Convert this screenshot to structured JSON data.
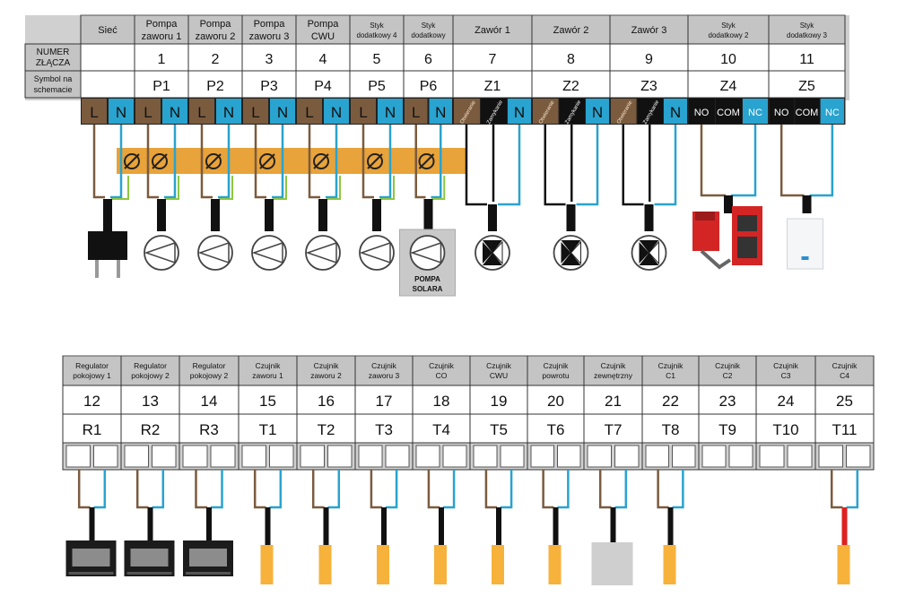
{
  "top_panel": {
    "row_labels": {
      "number": [
        "NUMER",
        "ZŁĄCZA"
      ],
      "symbol": [
        "Symbol na",
        "schemacie"
      ]
    },
    "columns": [
      {
        "header": [
          "Sieć"
        ],
        "number": "",
        "symbol": "",
        "terminals": [
          "L",
          "N"
        ],
        "device": "plug"
      },
      {
        "header": [
          "Pompa",
          "zaworu 1"
        ],
        "number": "1",
        "symbol": "P1",
        "terminals": [
          "L",
          "N"
        ],
        "device": "pump"
      },
      {
        "header": [
          "Pompa",
          "zaworu 2"
        ],
        "number": "2",
        "symbol": "P2",
        "terminals": [
          "L",
          "N"
        ],
        "device": "pump"
      },
      {
        "header": [
          "Pompa",
          "zaworu 3"
        ],
        "number": "3",
        "symbol": "P3",
        "terminals": [
          "L",
          "N"
        ],
        "device": "pump"
      },
      {
        "header": [
          "Pompa",
          "CWU"
        ],
        "number": "4",
        "symbol": "P4",
        "terminals": [
          "L",
          "N"
        ],
        "device": "pump"
      },
      {
        "header": [
          "Styk",
          "dodatkowy 4"
        ],
        "number": "5",
        "symbol": "P5",
        "terminals": [
          "L",
          "N"
        ],
        "device": "pump"
      },
      {
        "header": [
          "Styk",
          "dodatkowy"
        ],
        "number": "6",
        "symbol": "P6",
        "terminals": [
          "L",
          "N"
        ],
        "device": "solar-pump"
      },
      {
        "header": [
          "Zawór 1"
        ],
        "number": "7",
        "symbol": "Z1",
        "terminals": [
          "Otwieranie",
          "Zamykanie",
          "N"
        ],
        "device": "valve"
      },
      {
        "header": [
          "Zawór 2"
        ],
        "number": "8",
        "symbol": "Z2",
        "terminals": [
          "Otwieranie",
          "Zamykanie",
          "N"
        ],
        "device": "valve"
      },
      {
        "header": [
          "Zawór 3"
        ],
        "number": "9",
        "symbol": "Z3",
        "terminals": [
          "Otwieranie",
          "Zamykanie",
          "N"
        ],
        "device": "valve"
      },
      {
        "header": [
          "Styk",
          "dodatkowy 2"
        ],
        "number": "10",
        "symbol": "Z4",
        "terminals": [
          "NO",
          "COM",
          "NC"
        ],
        "device": "boiler"
      },
      {
        "header": [
          "Styk",
          "dodatkowy 3"
        ],
        "number": "11",
        "symbol": "Z5",
        "terminals": [
          "NO",
          "COM",
          "NC"
        ],
        "device": "gas-boiler"
      }
    ],
    "solar_pump_label": [
      "POMPA",
      "SOLARA"
    ]
  },
  "bottom_panel": {
    "columns": [
      {
        "header": [
          "Regulator",
          "pokojowy 1"
        ],
        "number": "12",
        "symbol": "R1",
        "device": "room-regulator"
      },
      {
        "header": [
          "Regulator",
          "pokojowy 2"
        ],
        "number": "13",
        "symbol": "R2",
        "device": "room-regulator"
      },
      {
        "header": [
          "Regulator",
          "pokojowy 2"
        ],
        "number": "14",
        "symbol": "R3",
        "device": "room-regulator"
      },
      {
        "header": [
          "Czujnik",
          "zaworu 1"
        ],
        "number": "15",
        "symbol": "T1",
        "device": "sensor"
      },
      {
        "header": [
          "Czujnik",
          "zaworu 2"
        ],
        "number": "16",
        "symbol": "T2",
        "device": "sensor"
      },
      {
        "header": [
          "Czujnik",
          "zaworu 3"
        ],
        "number": "17",
        "symbol": "T3",
        "device": "sensor"
      },
      {
        "header": [
          "Czujnik",
          "CO"
        ],
        "number": "18",
        "symbol": "T4",
        "device": "sensor"
      },
      {
        "header": [
          "Czujnik",
          "CWU"
        ],
        "number": "19",
        "symbol": "T5",
        "device": "sensor"
      },
      {
        "header": [
          "Czujnik",
          "powrotu"
        ],
        "number": "20",
        "symbol": "T6",
        "device": "sensor"
      },
      {
        "header": [
          "Czujnik",
          "zewnętrzny"
        ],
        "number": "21",
        "symbol": "T7",
        "device": "outdoor-sensor"
      },
      {
        "header": [
          "Czujnik",
          "C1"
        ],
        "number": "22",
        "symbol": "T8",
        "device": "sensor"
      },
      {
        "header": [
          "Czujnik",
          "C2"
        ],
        "number": "23",
        "symbol": "T9",
        "device": "none"
      },
      {
        "header": [
          "Czujnik",
          "C3"
        ],
        "number": "24",
        "symbol": "T10",
        "device": "none"
      },
      {
        "header": [
          "Czujnik",
          "C4"
        ],
        "number": "25",
        "symbol": "T11",
        "device": "sensor-red"
      }
    ]
  },
  "colors": {
    "panel_gray": "#d0d0d0",
    "row_gray": "#c4c4c4",
    "live_brown": "#7b5b3e",
    "neutral_blue": "#29a3cf",
    "earth_green": "#8dc63f",
    "fuse_orange": "#e8a33a",
    "sensor_orange": "#f7b23b",
    "valve_black": "#1f1f1f",
    "boiler_red": "#d42525"
  }
}
